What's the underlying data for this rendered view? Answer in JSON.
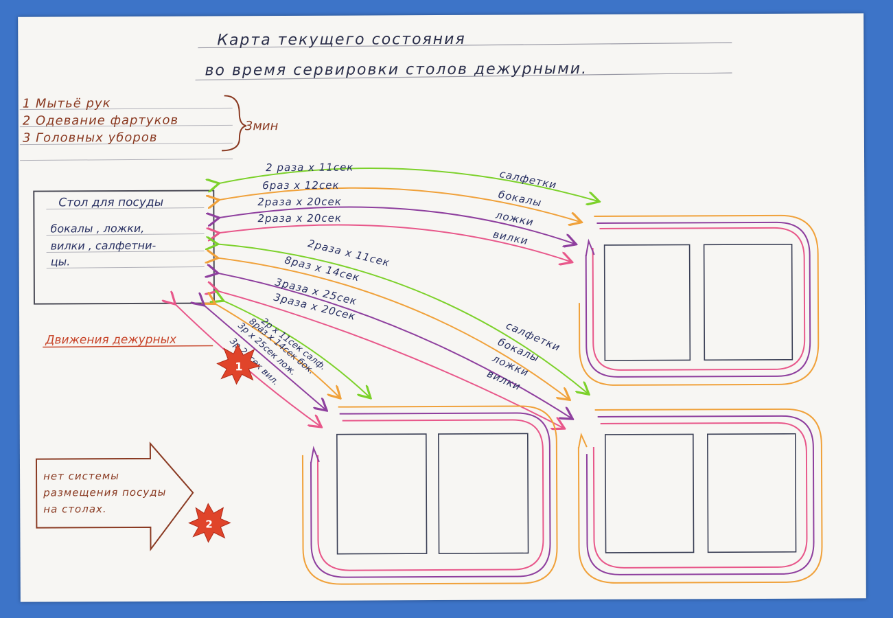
{
  "title": {
    "line1": "Карта текущего состояния",
    "line2": "во время сервировки столов дежурными."
  },
  "steps": {
    "items": [
      "1 Мытьё рук",
      "2 Одевание фартуков",
      "3 Головных уборов"
    ],
    "duration": "3мин"
  },
  "dish_table": {
    "title": "Стол для посуды",
    "lines": [
      "бокалы , ложки,",
      "вилки , салфетни-",
      "цы."
    ]
  },
  "movements_label": "Движения дежурных",
  "colors": {
    "green": "#7cd12a",
    "orange": "#f0a13a",
    "purple": "#8e3f9e",
    "pink": "#e8578a",
    "navy": "#283062",
    "brown": "#8a3a22",
    "red_star": "#e0442a"
  },
  "flows": {
    "top_right": {
      "times": [
        "2 раза х 11сек",
        "6раз х 12сек",
        "2раза х 20сек",
        "2раза х 20сек"
      ],
      "items": [
        "салфетки",
        "бокалы",
        "ложки",
        "вилки"
      ]
    },
    "middle_right": {
      "times": [
        "2раза х 11сек",
        "8раз х 14сек",
        "3раза х 25сек",
        "3раза х 20сек"
      ],
      "items": [
        "салфетки",
        "бокалы",
        "ложки",
        "вилки"
      ]
    },
    "bottom_left": {
      "labels": [
        "2р х 11сек   салф.",
        "8раз х 14сек бок.",
        "3р х 25сек  лож.",
        "3р   20сек  вил."
      ]
    }
  },
  "problems": {
    "star1": "1",
    "star2": "2",
    "arrow_text": [
      "нет системы",
      "размещения посуды",
      "на столах."
    ]
  }
}
